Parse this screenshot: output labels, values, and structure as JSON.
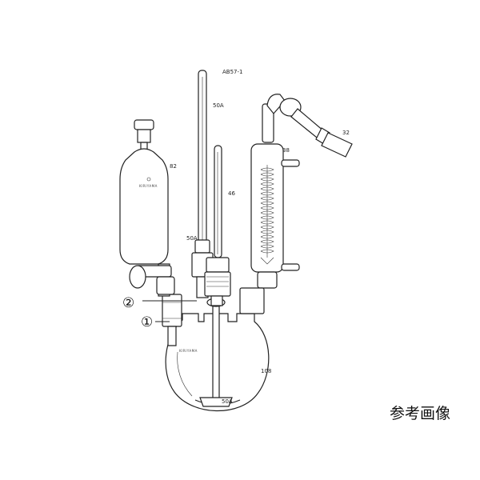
{
  "diagram": {
    "code": "AB57-1",
    "labels": {
      "thermometer_tall": "50A",
      "dropping_funnel": "82",
      "thermometer_short": "46",
      "condenser": "38",
      "outlet": "32",
      "adapter": "50A",
      "flask": "108",
      "stirrer": "50A"
    },
    "markers": [
      "②",
      "①"
    ],
    "brand_text": "KIRIYAMA"
  },
  "caption": "参考画像"
}
